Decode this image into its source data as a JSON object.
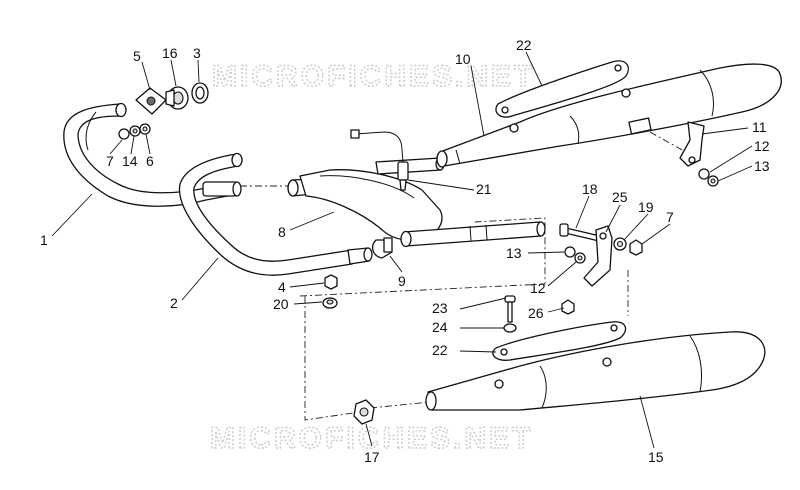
{
  "watermarks": [
    "MICROFICHES.NET",
    "MICROFICHES.NET"
  ],
  "callouts": [
    "1",
    "2",
    "3",
    "4",
    "5",
    "6",
    "7",
    "8",
    "9",
    "10",
    "11",
    "12",
    "13",
    "14",
    "15",
    "16",
    "17",
    "18",
    "19",
    "20",
    "21",
    "22",
    "23",
    "24",
    "25",
    "26",
    "7",
    "12",
    "13",
    "22"
  ]
}
